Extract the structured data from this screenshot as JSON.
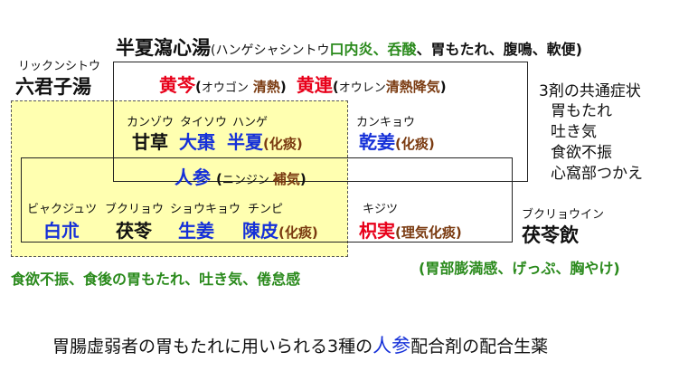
{
  "rikkunshito": {
    "reading": "リックンシトウ",
    "name": "六君子湯",
    "effects": "食欲不振、食後の胃もたれ、吐き気、倦怠感"
  },
  "hangeshashinto": {
    "name": "半夏瀉心湯",
    "reading": "(ハンゲシャシントウ",
    "effects": "口内炎、呑酸",
    "effects_rest": "、胃もたれ、腹鳴、軟便)"
  },
  "bukuryoin": {
    "reading": "ブクリョウイン",
    "name": "茯苓飲",
    "effects": "(胃部膨満感、げっぷ、胸やけ)"
  },
  "common": {
    "title": "3剤の共通症状",
    "items": [
      "胃もたれ",
      "吐き気",
      "食欲不振",
      "心窩部つかえ"
    ]
  },
  "herbs": {
    "ogon": {
      "name": "黄芩",
      "open": "(",
      "reading": "オウゴン",
      "effect": "清熱",
      "close": ")"
    },
    "oren": {
      "name": "黄連",
      "open": "(",
      "reading": "オウレン",
      "effect": "清熱降気",
      "close": ")"
    },
    "kanzo": {
      "reading": "カンゾウ",
      "name": "甘草"
    },
    "taiso": {
      "reading": "タイソウ",
      "name": "大棗"
    },
    "hange": {
      "reading": "ハンゲ",
      "name": "半夏",
      "effect": "(化痰)"
    },
    "kankyo": {
      "reading": "カンキョウ",
      "name": "乾姜",
      "effect": "(化痰)"
    },
    "ninjin": {
      "name": "人参",
      "open": "(",
      "reading": "ニンジン",
      "effect": "補気",
      "close": ")"
    },
    "byakujutsu": {
      "reading": "ビャクジュツ",
      "name": "白朮"
    },
    "bukuryo": {
      "reading": "ブクリョウ",
      "name": "茯苓"
    },
    "shokyo": {
      "reading": "ショウキョウ",
      "name": "生姜"
    },
    "chinpi": {
      "reading": "チンピ",
      "name": "陳皮",
      "effect": "(化痰)"
    },
    "kijitsu": {
      "reading": "キジツ",
      "name": "枳実",
      "effect": "(理気化痰)"
    }
  },
  "caption": {
    "prefix": "胃腸虚弱者の胃もたれに用いられる3種の",
    "highlight": "人参",
    "suffix": "配合剤の配合生薬"
  },
  "colors": {
    "red": "#e8001a",
    "blue": "#1530d8",
    "brown": "#7a3a10",
    "green": "#2a8a1c",
    "yellow_fill": "#ffffb0"
  }
}
